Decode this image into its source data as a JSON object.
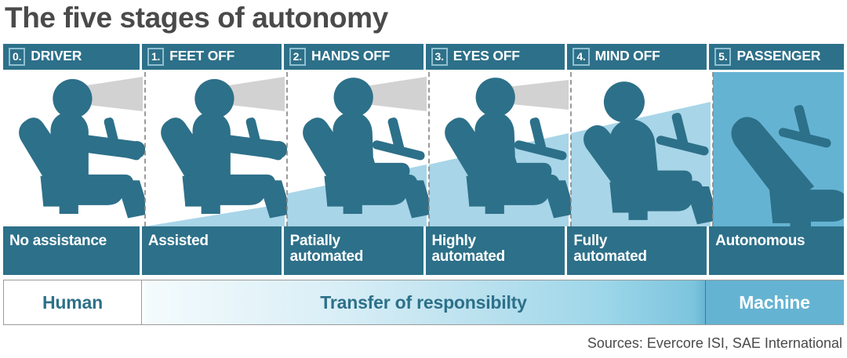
{
  "title": "The five stages of autonomy",
  "source": "Sources: Evercore ISI, SAE International",
  "colors": {
    "header_teal": "#2d7089",
    "figure_teal": "#2d7089",
    "light_blue_wedge": "#a8d5e8",
    "machine_blue": "#65b3d2",
    "vision_cone_gray": "#d2d2d2",
    "title_gray": "#4a4a4a",
    "number_box_border": "#8fc0d2"
  },
  "stages": [
    {
      "number": "0.",
      "name": "DRIVER",
      "description": "No assistance",
      "figure": "driver-seated-hands-on-wheel",
      "has_vision_cone": true,
      "has_person": true
    },
    {
      "number": "1.",
      "name": "FEET OFF",
      "description": "Assisted",
      "figure": "driver-feet-off",
      "has_vision_cone": true,
      "has_person": true
    },
    {
      "number": "2.",
      "name": "HANDS OFF",
      "description": "Patially automated",
      "description_lines": [
        "Patially",
        "automated"
      ],
      "figure": "driver-hands-off",
      "has_vision_cone": true,
      "has_person": true
    },
    {
      "number": "3.",
      "name": "EYES OFF",
      "description": "Highly automated",
      "description_lines": [
        "Highly",
        "automated"
      ],
      "figure": "driver-eyes-off",
      "has_vision_cone": true,
      "has_person": true
    },
    {
      "number": "4.",
      "name": "MIND OFF",
      "description": "Fully automated",
      "description_lines": [
        "Fully",
        "automated"
      ],
      "figure": "driver-mind-off-reclined",
      "has_vision_cone": false,
      "has_person": true
    },
    {
      "number": "5.",
      "name": "PASSENGER",
      "description": "Autonomous",
      "figure": "empty-seat-steering-wheel",
      "has_vision_cone": false,
      "has_person": false
    }
  ],
  "responsibility_bar": {
    "human_label": "Human",
    "transfer_label": "Transfer of responsibilty",
    "machine_label": "Machine"
  }
}
